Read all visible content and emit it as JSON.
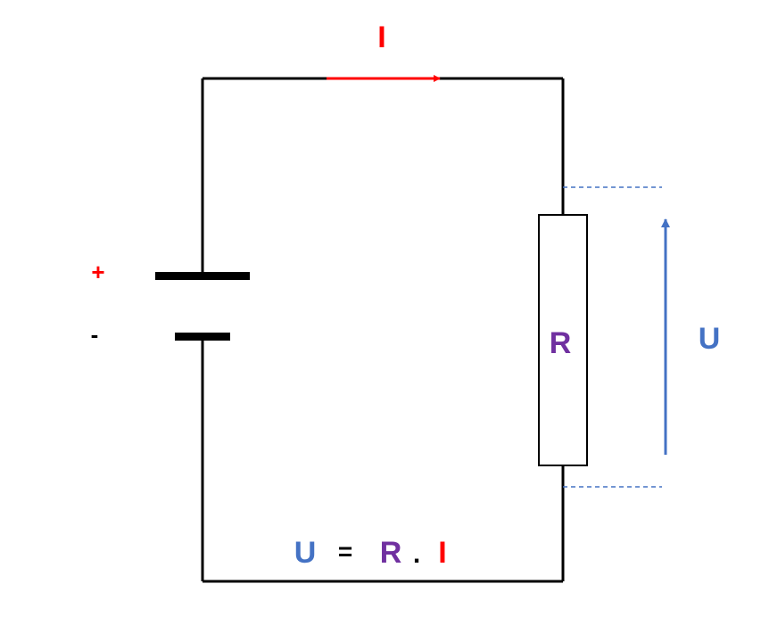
{
  "colors": {
    "voltage": "#4472C4",
    "resistance": "#7030A0",
    "current": "#FF0000",
    "wire": "#000000"
  },
  "labels": {
    "current": "I",
    "plus": "+",
    "minus": "-",
    "resistor": "R",
    "voltage": "U"
  },
  "formula": {
    "u": "U",
    "eq": "=",
    "r": "R",
    "dot": ".",
    "i": "I"
  }
}
